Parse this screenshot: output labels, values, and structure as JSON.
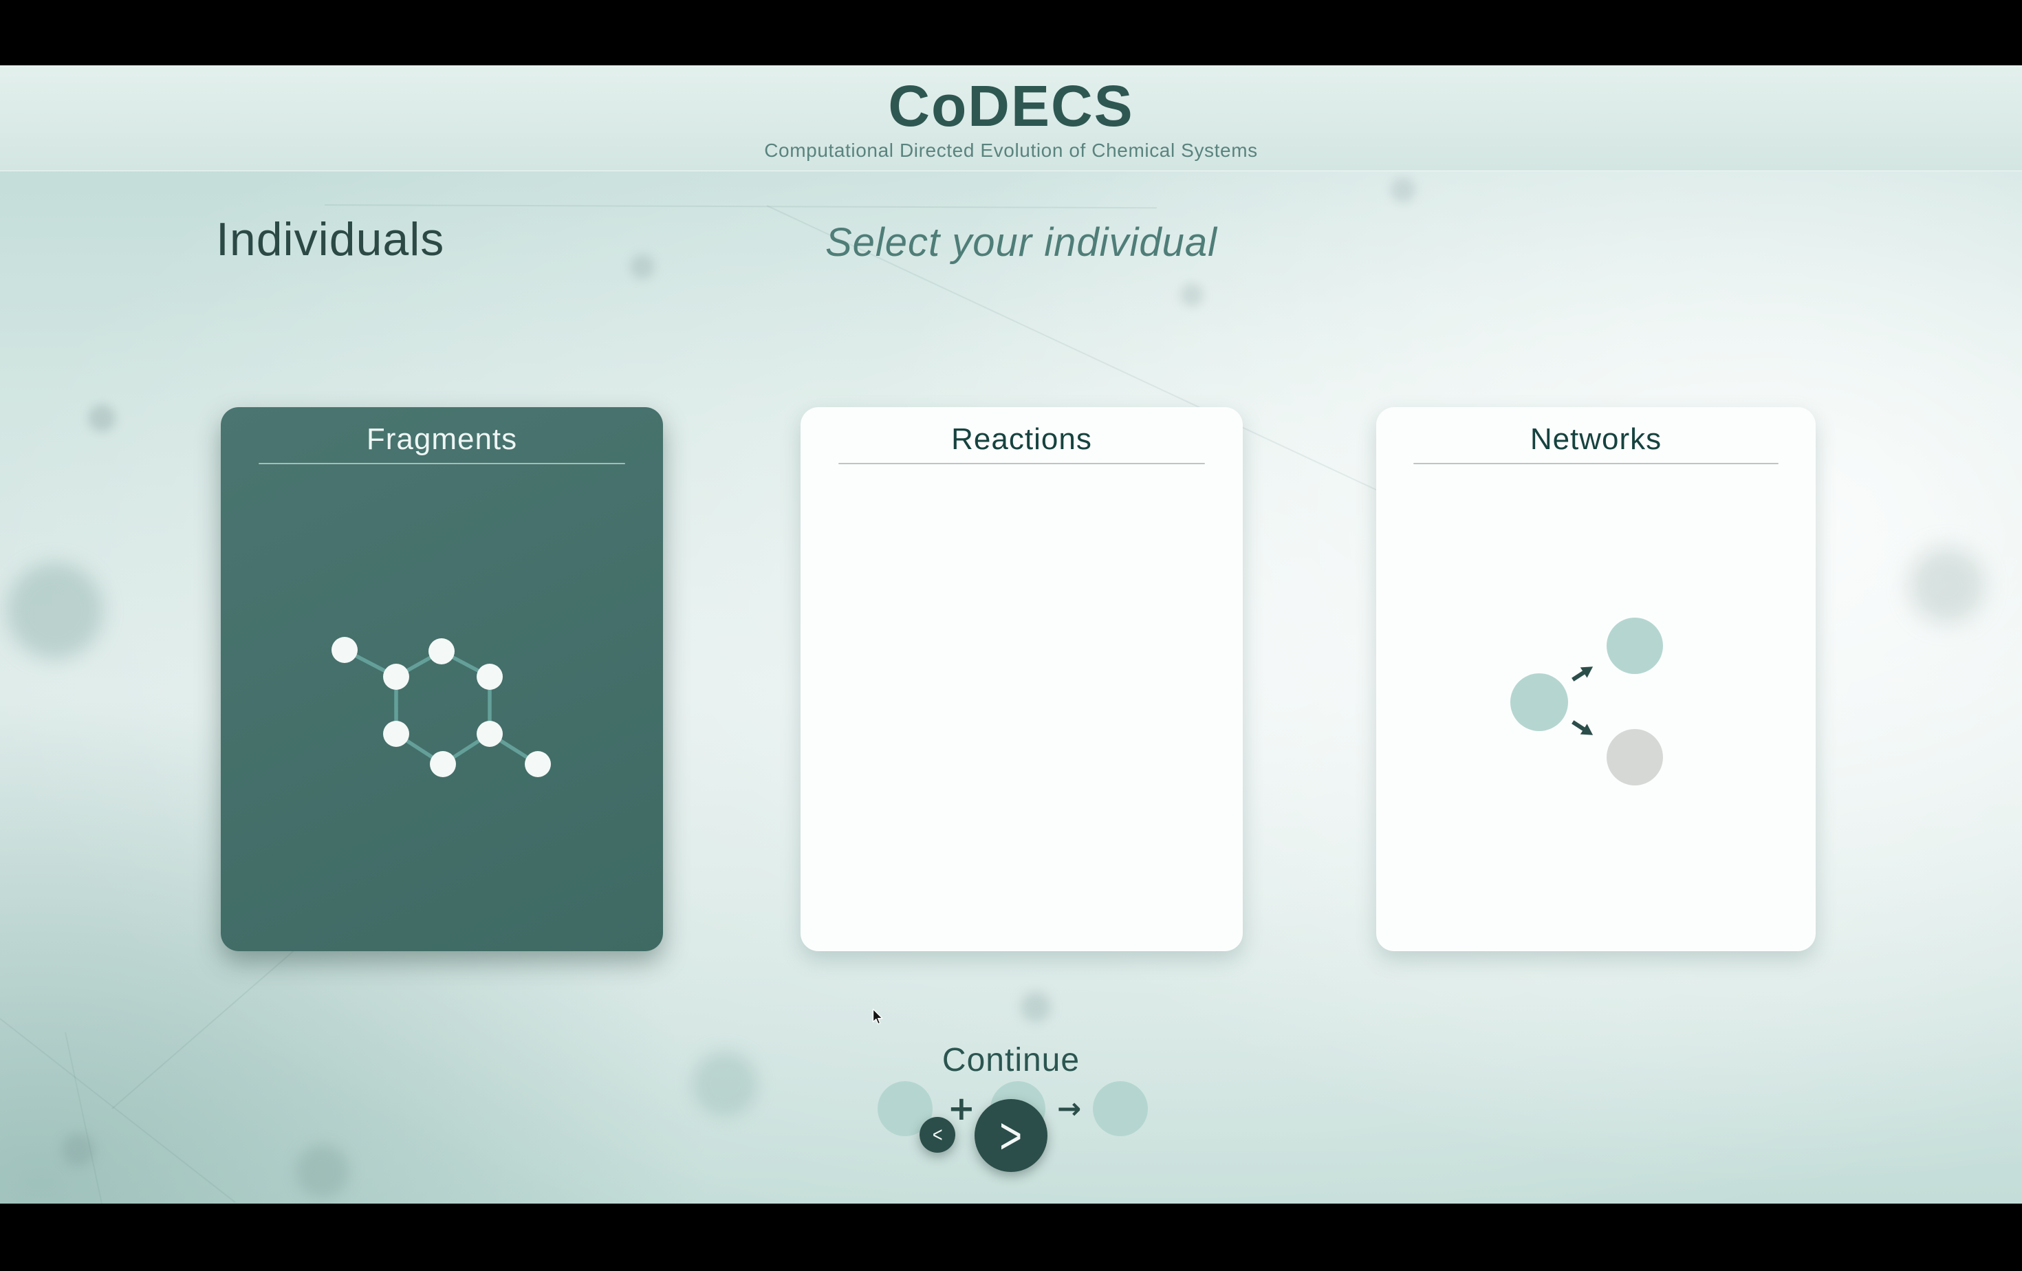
{
  "header": {
    "title": "CoDECS",
    "subtitle": "Computational Directed Evolution of Chemical Systems"
  },
  "section": {
    "title": "Individuals",
    "prompt": "Select your individual"
  },
  "cards": [
    {
      "label": "Fragments",
      "selected": true,
      "icon": "molecule-icon"
    },
    {
      "label": "Reactions",
      "selected": false,
      "icon": "reaction-equation-icon",
      "operators": {
        "plus": "+",
        "arrow": "→"
      }
    },
    {
      "label": "Networks",
      "selected": false,
      "icon": "network-graph-icon"
    }
  ],
  "footer": {
    "continue_label": "Continue",
    "back_symbol": "<",
    "forward_symbol": ">"
  },
  "colors": {
    "accent_dark": "#2b4e4a",
    "title_teal": "#2e5752",
    "card_selected_bg": "#436e68",
    "card_bg": "#fcfefd",
    "node_teal": "#b5d6d0",
    "node_gray": "#d6d8d6",
    "molecule_node": "#f4f8f6",
    "molecule_bond": "#64a099"
  }
}
